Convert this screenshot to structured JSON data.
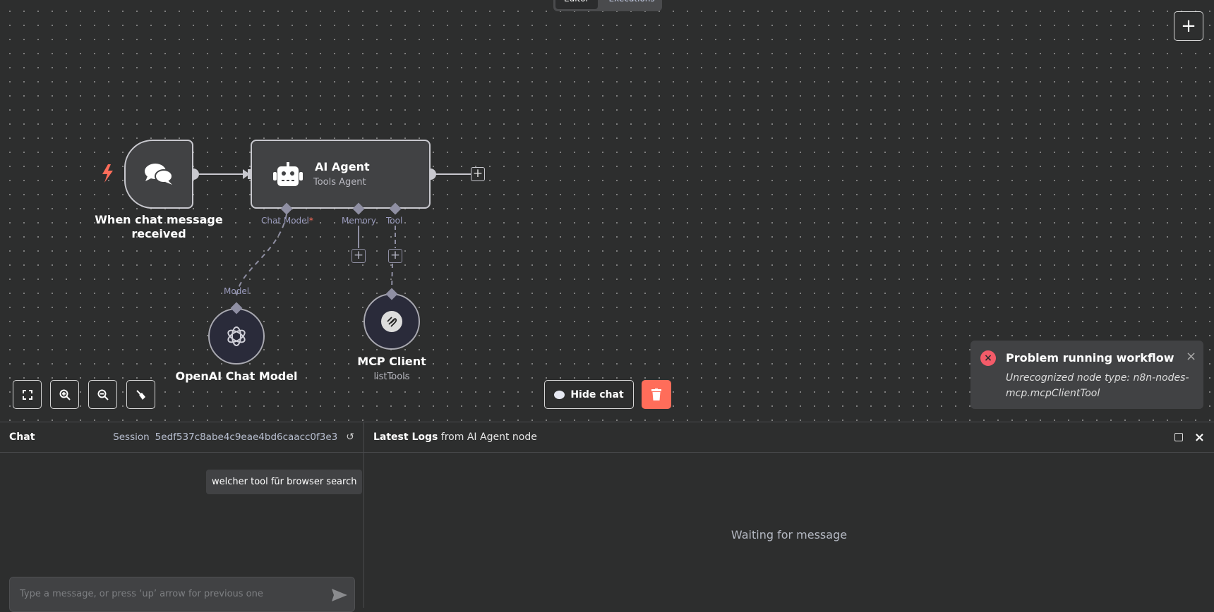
{
  "header": {
    "tabs": [
      {
        "label": "Editor",
        "active": true
      },
      {
        "label": "Executions",
        "active": false
      }
    ]
  },
  "canvas": {
    "nodes": {
      "trigger": {
        "title": "When chat message received",
        "icon": "chat-bubbles-icon"
      },
      "agent": {
        "title": "AI Agent",
        "subtitle": "Tools Agent",
        "icon": "robot-icon",
        "handles": {
          "chat_model": "Chat Model",
          "required_mark": "*",
          "memory": "Memory",
          "tool": "Tool"
        }
      },
      "openai": {
        "title": "OpenAI Chat Model",
        "handle": "Model",
        "icon": "openai-icon"
      },
      "mcp": {
        "title": "MCP Client",
        "subtitle": "listTools",
        "icon": "mcp-icon"
      }
    },
    "controls": {
      "fit": "fit-view-icon",
      "zoom_in": "zoom-in-icon",
      "zoom_out": "zoom-out-icon",
      "tidy": "broom-icon"
    },
    "hide_chat": "Hide chat"
  },
  "toast": {
    "title": "Problem running workflow",
    "message": "Unrecognized node type: n8n-nodes-mcp.mcpClientTool",
    "color": "#f45b69"
  },
  "chat": {
    "title": "Chat",
    "session_label": "Session",
    "session_id": "5edf537c8abe4c9eae4bd6caacc0f3e3",
    "messages": [
      {
        "from": "user",
        "text": "welcher tool für browser search"
      }
    ],
    "input_placeholder": "Type a message, or press ‘up’ arrow for previous one"
  },
  "logs": {
    "title_bold": "Latest Logs",
    "title_rest": " from AI Agent node",
    "empty": "Waiting for message"
  },
  "colors": {
    "danger": "#ff6d5a",
    "lightning": "#ff6d5a"
  }
}
